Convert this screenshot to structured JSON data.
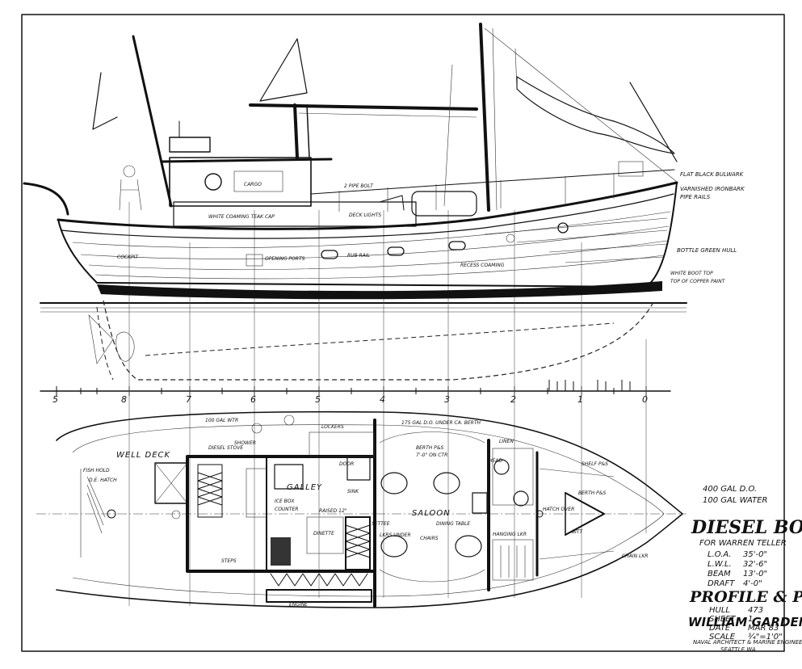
{
  "title_block": {
    "title": "DIESEL BOAT",
    "client": "FOR WARREN TELLER",
    "specs": [
      {
        "label": "L.O.A.",
        "value": "35'-0\""
      },
      {
        "label": "L.W.L.",
        "value": "32'-6\""
      },
      {
        "label": "BEAM",
        "value": "13'-0\""
      },
      {
        "label": "DRAFT",
        "value": "4'-0\""
      }
    ],
    "drawing": "PROFILE & PLAN",
    "details": [
      {
        "label": "HULL",
        "value": "473"
      },
      {
        "label": "SHEET",
        "value": "1"
      },
      {
        "label": "DATE",
        "value": "MAR 83"
      },
      {
        "label": "SCALE",
        "value": "¾\"=1'0\""
      }
    ],
    "designer": "WILLIAM GARDEN",
    "designer_sub": "NAVAL ARCHITECT & MARINE ENGINEER",
    "city": "SEATTLE WA"
  },
  "tanks": {
    "diesel": "400 GAL  D.O.",
    "water": "100 GAL  WATER"
  },
  "profile_notes": {
    "bulwark": "FLAT BLACK BULWARK",
    "ironbark": "VARNISHED IRONBARK",
    "ironbark2": "PIPE RAILS",
    "hull": "BOTTLE GREEN HULL",
    "boot": "WHITE BOOT TOP",
    "copper": "TOP OF COPPER PAINT",
    "trim": "WHITE COAMING  TEAK CAP",
    "cockpit": "COCKPIT",
    "ports": "OPENING PORTS",
    "deck_lights": "DECK LIGHTS",
    "rubrail": "RUB RAIL",
    "bulkhead_note": "RECESS COAMING",
    "pipe_bolt": "2 PIPE BOLT",
    "cargo": "CARGO"
  },
  "plan_notes": {
    "well_deck": "WELL DECK",
    "galley": "GALLEY",
    "saloon": "SALOON",
    "lockers": "LOCKERS",
    "linen": "LINEN",
    "berth": "BERTH P&S",
    "berth2": "7'-0\" ON CTR",
    "dinette": "DINETTE",
    "settee": "SETTEE",
    "chairs": "CHAIRS",
    "oil_tank": "175 GAL  D.O. UNDER CA. BERTH",
    "water_tank": "100 GAL  WTR",
    "hatch": "HATCH OVER",
    "lazarette": "D.E. HATCH",
    "fish_hold": "FISH HOLD",
    "head": "HEAD",
    "hanging": "HANGING LKR",
    "shelf": "SHELF P&S",
    "chain": "CHAIN LKR",
    "bitt": "BITT",
    "berth_pes": "BERTH P&S",
    "stove": "DIESEL STOVE",
    "icebox": "ICE BOX",
    "sink": "SINK",
    "counter": "COUNTER",
    "shower": "SHOWER",
    "engine": "ENGINE",
    "dining": "DINING TABLE",
    "raised": "RAISED 12\"",
    "lockers_under": "LKRS UNDER",
    "steps": "STEPS",
    "door": "DOOR"
  },
  "stations": [
    "5",
    "8",
    "7",
    "6",
    "5",
    "4",
    "3",
    "2",
    "1",
    "0"
  ]
}
